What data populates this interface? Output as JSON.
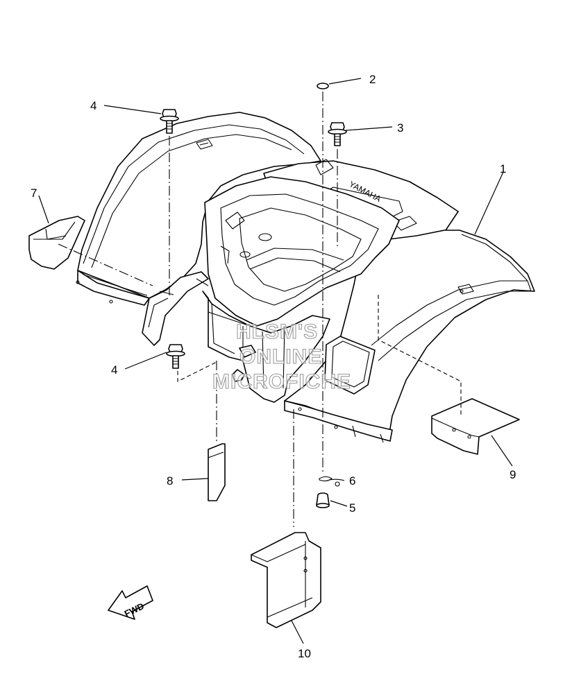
{
  "callouts": {
    "c1": "1",
    "c2": "2",
    "c3": "3",
    "c4a": "4",
    "c4b": "4",
    "c5": "5",
    "c6": "6",
    "c7": "7",
    "c8": "8",
    "c9": "9",
    "c10": "10"
  },
  "emblem_text": "YAMAHA",
  "direction_arrow": "FWD",
  "watermark": {
    "line1": "HLSM'S",
    "line2": "ONLINE",
    "line3": "MICROFICHE"
  }
}
